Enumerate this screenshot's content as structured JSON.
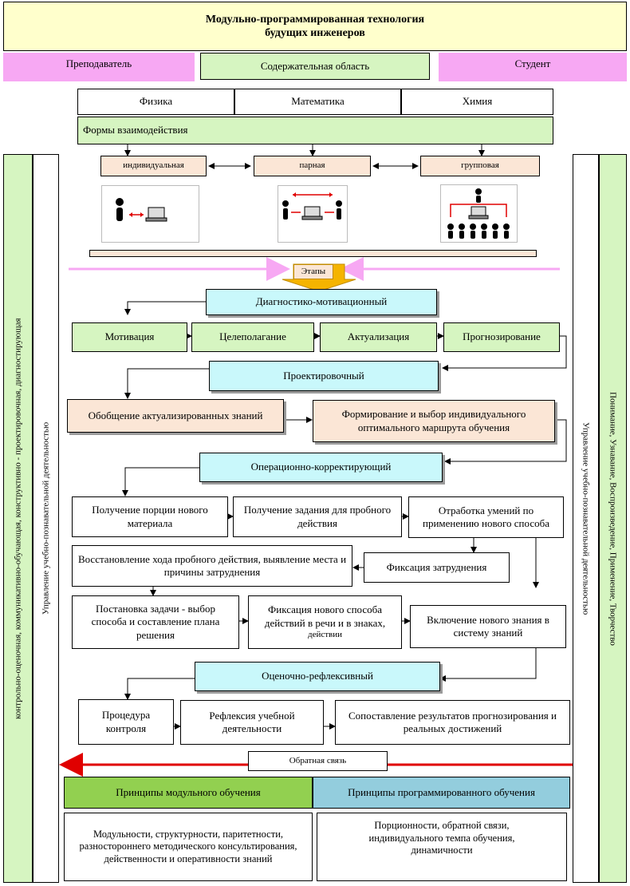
{
  "title": "Модульно-программированная технология\nбудущих инженеров",
  "header": {
    "teacher": "Преподаватель",
    "content_area": "Содержательная область",
    "student": "Студент"
  },
  "subjects": [
    "Физика",
    "Математика",
    "Химия"
  ],
  "interaction_forms": "Формы взаимодействия",
  "forms": [
    "индивидуальная",
    "парная",
    "групповая"
  ],
  "stages_label": "Этапы",
  "stage1": {
    "title": "Диагностико-мотивационный",
    "steps": [
      "Мотивация",
      "Целеполагание",
      "Актуализация",
      "Прогнозирование"
    ]
  },
  "stage2": {
    "title": "Проектировочный",
    "steps": [
      "Обобщение актуализированных знаний",
      "Формирование и выбор индивидуального оптимального маршрута обучения"
    ]
  },
  "stage3": {
    "title": "Операционно-корректирующий",
    "steps": [
      "Получение порции нового материала",
      "Получение задания для пробного действия",
      "Отработка умений по применению нового способа",
      "Восстановление хода пробного действия, выявление места и причины затруднения",
      "Фиксация затруднения",
      "Постановка задачи - выбор способа и составление плана решения",
      "Фиксация нового способа действий в речи и в знаках,",
      "действии",
      "Включение нового знания в систему знаний"
    ]
  },
  "stage4": {
    "title": "Оценочно-рефлексивный",
    "steps": [
      "Процедура контроля",
      "Рефлексия учебной деятельности",
      "Сопоставление результатов прогнозирования и реальных достижений"
    ]
  },
  "feedback": "Обратная связь",
  "principles": {
    "modular_title": "Принципы модульного обучения",
    "programmed_title": "Принципы программированного обучения",
    "modular_text": "Модульности, структурности, паритетности, разностороннего методического консультирования, действенности и оперативности знаний",
    "programmed_text": "Порционности, обратной связи, индивидуального темпа обучения, динамичности"
  },
  "side": {
    "left_outer": "контрольно-оценочная, коммуникативно-обучающая,  конструктивно - проектировочная, диагностирующая",
    "left_inner": "Управление учебно-познавательной деятельностью",
    "right_inner": "Управление учебно-познавательной деятельностью",
    "right_outer": "Понимание, Узнавание, Воспроизведение, Применение, Творчество"
  },
  "colors": {
    "green": "#d6f5c1",
    "cyan": "#c9f8fb",
    "peach": "#fbe6d6",
    "pink": "#f7a8f3",
    "title_bg": "#ffffcc",
    "modular_bg": "#92d050",
    "programmed_bg": "#93cddd",
    "feedback_red": "#e00000",
    "stage_arrow": "#f5b400"
  }
}
